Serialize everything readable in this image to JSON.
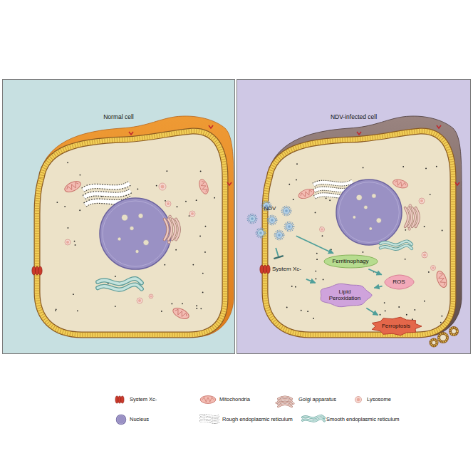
{
  "diagram": {
    "nodes": [
      {
        "text": [
          "Normal cell"
        ]
      },
      {
        "text": [
          "NDV-infected cell"
        ]
      },
      {
        "text": [
          "NDV"
        ],
        "in": 1
      },
      {
        "text": [
          "System Xc-"
        ],
        "in": 1
      },
      {
        "text": [
          "Ferritinophagy"
        ],
        "in": 1
      },
      {
        "text": [
          "ROS"
        ],
        "in": 1
      },
      {
        "text": [
          "Lipid Peroxidation"
        ],
        "in": 1
      },
      {
        "text": [
          "Ferroptosis"
        ],
        "in": 1
      }
    ],
    "edges": [
      {
        "from": 2,
        "to": 3,
        "arrow": "to"
      },
      {
        "from": 2,
        "to": 4,
        "arrow": "to"
      },
      {
        "from": 4,
        "to": 5,
        "arrow": "to"
      },
      {
        "from": 3,
        "to": 6,
        "arrow": "to"
      },
      {
        "from": 5,
        "to": 6,
        "arrow": "to"
      },
      {
        "from": 6,
        "to": 7,
        "arrow": "to"
      }
    ],
    "legend": [
      {
        "text": "System Xc-"
      },
      {
        "text": "Mitochondria"
      },
      {
        "text": "Golgi apparatus"
      },
      {
        "text": "Lysosome"
      },
      {
        "text": "Nucleus"
      },
      {
        "text": "Rough endoplasmic reticulum"
      },
      {
        "text": "Smooth endoplasmic reticulum"
      }
    ]
  }
}
